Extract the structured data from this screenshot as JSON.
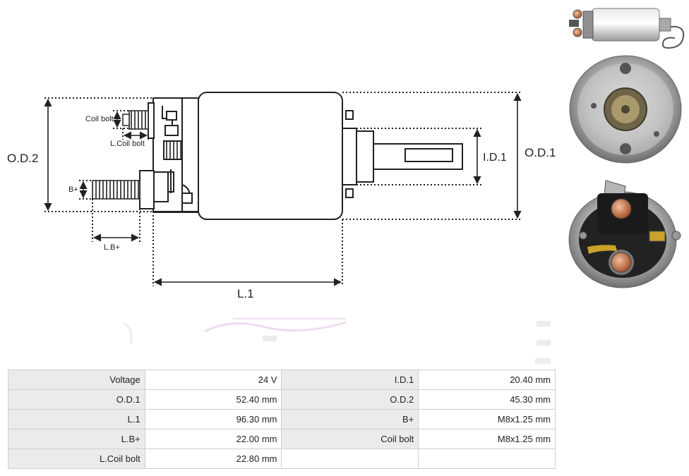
{
  "dimension_labels": {
    "od2": "O.D.2",
    "od1": "O.D.1",
    "id1": "I.D.1",
    "l1": "L.1",
    "lb": "L.B+",
    "bplus": "B+",
    "coil_bolt": "Coil bolt",
    "l_coil_bolt": "L.Coil bolt"
  },
  "specs": [
    {
      "label_a": "Voltage",
      "value_a": "24 V",
      "label_b": "I.D.1",
      "value_b": "20.40 mm"
    },
    {
      "label_a": "O.D.1",
      "value_a": "52.40 mm",
      "label_b": "O.D.2",
      "value_b": "45.30 mm"
    },
    {
      "label_a": "L.1",
      "value_a": "96.30 mm",
      "label_b": "B+",
      "value_b": "M8x1.25 mm"
    },
    {
      "label_a": "L.B+",
      "value_a": "22.00 mm",
      "label_b": "Coil bolt",
      "value_b": "M8x1.25 mm"
    },
    {
      "label_a": "L.Coil bolt",
      "value_a": "22.80 mm",
      "label_b": "",
      "value_b": ""
    }
  ],
  "colors": {
    "line": "#222222",
    "table_label_bg": "#ebebeb",
    "table_border": "#cfcfcf"
  }
}
